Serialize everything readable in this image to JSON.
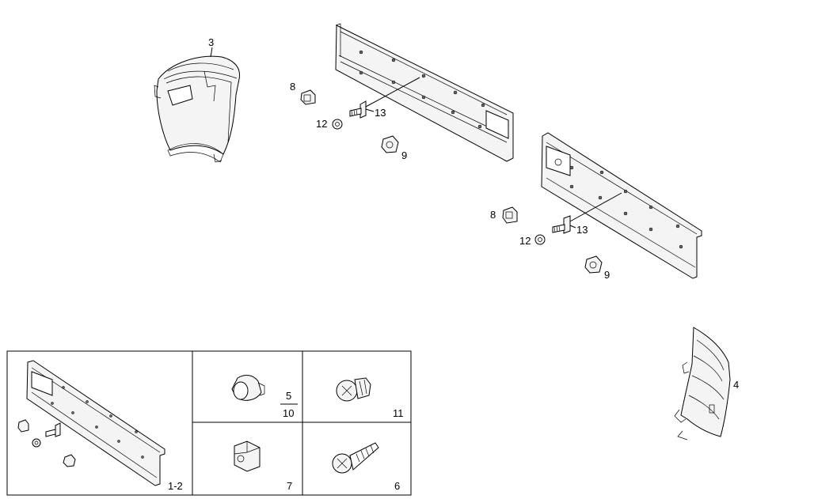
{
  "callouts": {
    "part_3": "3",
    "part_8_upper": "8",
    "part_12_upper": "12",
    "part_13_upper": "13",
    "part_9_upper": "9",
    "part_8_lower": "8",
    "part_12_lower": "12",
    "part_13_lower": "13",
    "part_9_lower": "9",
    "part_4": "4"
  },
  "inset_panels": {
    "panel_1_2": "1-2",
    "panel_5_top": "5",
    "panel_5_bottom": "10",
    "panel_11": "11",
    "panel_7": "7",
    "panel_6": "6"
  }
}
